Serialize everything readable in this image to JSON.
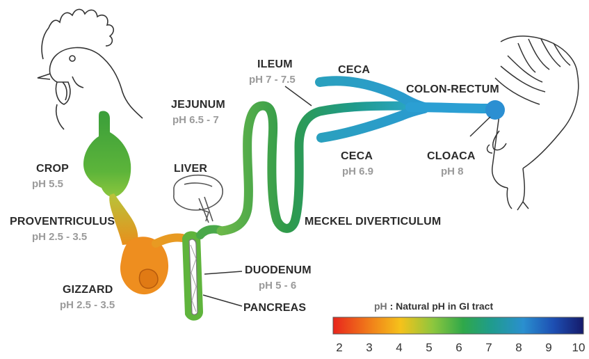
{
  "organs": {
    "crop": {
      "name": "CROP",
      "ph": "pH 5.5"
    },
    "proventriculus": {
      "name": "PROVENTRICULUS",
      "ph": "pH 2.5 - 3.5"
    },
    "gizzard": {
      "name": "GIZZARD",
      "ph": "pH 2.5 - 3.5"
    },
    "liver": {
      "name": "LIVER"
    },
    "jejunum": {
      "name": "JEJUNUM",
      "ph": "pH 6.5 - 7"
    },
    "ileum": {
      "name": "ILEUM",
      "ph": "pH 7 - 7.5"
    },
    "ceca_top": {
      "name": "CECA"
    },
    "ceca_bottom": {
      "name": "CECA",
      "ph": "pH 6.9"
    },
    "colon_rectum": {
      "name": "COLON-RECTUM"
    },
    "cloaca": {
      "name": "CLOACA",
      "ph": "pH 8"
    },
    "meckel": {
      "name": "MECKEL DIVERTICULUM"
    },
    "duodenum": {
      "name": "DUODENUM",
      "ph": "pH 5 - 6"
    },
    "pancreas": {
      "name": "PANCREAS"
    }
  },
  "legend": {
    "title_prefix": "pH",
    "title_rest": ": Natural pH in GI tract",
    "ticks": [
      "2",
      "3",
      "4",
      "5",
      "6",
      "7",
      "8",
      "9",
      "10"
    ],
    "gradient_colors": [
      "#e8251c",
      "#f07a1a",
      "#f5c21b",
      "#8cc63e",
      "#2fa84a",
      "#1f9c8c",
      "#2a8fcf",
      "#1d4fb3",
      "#151a6a"
    ]
  },
  "colors": {
    "acidic": "#ec8a1a",
    "neutral_green": "#3aa04a",
    "alkaline_blue": "#2a9fd0"
  }
}
